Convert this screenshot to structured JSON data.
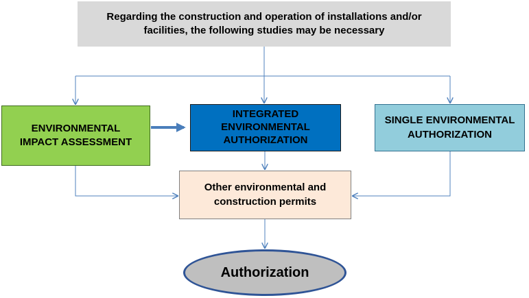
{
  "diagram": {
    "top_box": {
      "line1": "Regarding the construction and operation of installations and/or",
      "line2": "facilities, the following studies may be necessary"
    },
    "eia_box": {
      "line1": "ENVIRONMENTAL",
      "line2": "IMPACT ASSESSMENT"
    },
    "iea_box": {
      "line1": "INTEGRATED",
      "line2": "ENVIRONMENTAL",
      "line3": "AUTHORIZATION"
    },
    "sea_box": {
      "line1": "SINGLE ENVIRONMENTAL",
      "line2": "AUTHORIZATION"
    },
    "permits_box": {
      "line1": "Other environmental and",
      "line2": "construction permits"
    },
    "authorization": {
      "label": "Authorization"
    }
  },
  "colors": {
    "top_box_fill": "#d9d9d9",
    "eia_fill": "#92d050",
    "iea_fill": "#0070c0",
    "sea_fill": "#92cddc",
    "permits_fill": "#fde9d9",
    "authorization_fill": "#bfbfbf",
    "authorization_border": "#2f5496",
    "connector": "#4f81bd",
    "thick_arrow": "#4a7ebb"
  }
}
